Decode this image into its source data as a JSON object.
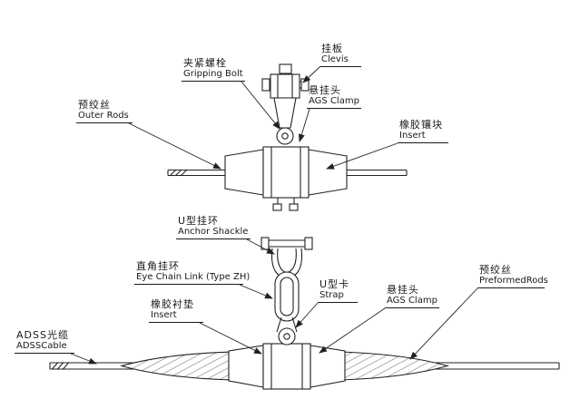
{
  "colors": {
    "line": "#222222",
    "background": "#ffffff"
  },
  "labels": {
    "gripping_bolt": {
      "zh": "夹紧螺栓",
      "en": "Gripping Bolt"
    },
    "clevis": {
      "zh": "挂板",
      "en": "Clevis"
    },
    "ags_clamp_top": {
      "zh": "悬挂头",
      "en": "AGS Clamp"
    },
    "outer_rods": {
      "zh": "预绞丝",
      "en": "Outer Rods"
    },
    "insert_top": {
      "zh": "橡胶镶块",
      "en": "Insert"
    },
    "anchor_shackle": {
      "zh": "U型挂环",
      "en": "Anchor Shackle"
    },
    "eye_chain_link": {
      "zh": "直角挂环",
      "en": "Eye Chain Link (Type ZH)"
    },
    "strap": {
      "zh": "U型卡",
      "en": "Strap"
    },
    "insert_bottom": {
      "zh": "橡胶衬垫",
      "en": "Insert"
    },
    "ags_clamp_bottom": {
      "zh": "悬挂头",
      "en": "AGS Clamp"
    },
    "preformed_rods": {
      "zh": "预绞丝",
      "en": "PreformedRods"
    },
    "adss_cable": {
      "zh": "ADSS光缆",
      "en": "ADSSCable"
    }
  }
}
